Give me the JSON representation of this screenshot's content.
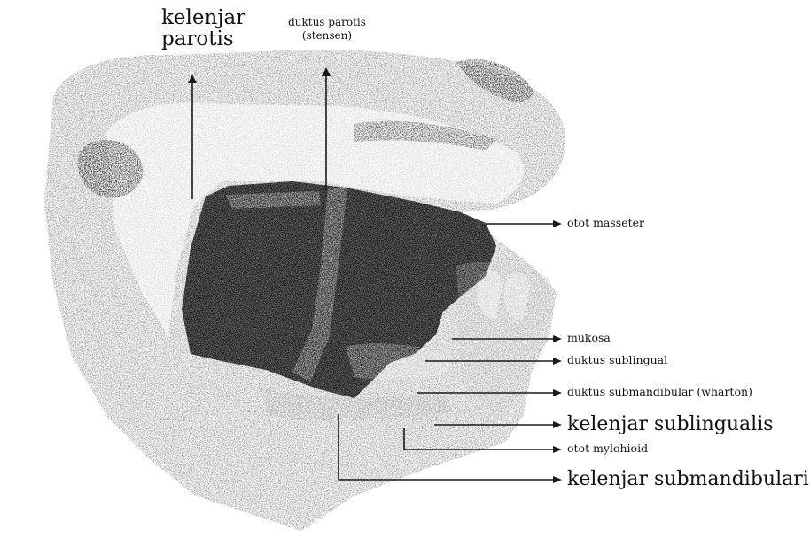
{
  "labels": {
    "parotid_gland": [
      "kelenjar",
      "parotis"
    ],
    "parotid_duct": [
      "duktus parotis",
      "(stensen)"
    ],
    "masseter": "otot masseter",
    "mucosa": "mukosa",
    "sublingual_duct": "duktus sublingual",
    "submandibular_duct": "duktus submandibular (wharton)",
    "sublingual_gland": "kelenjar sublingualis",
    "mylohyoid": "otot mylohioid",
    "submandibular_gland": "kelenjar submandibularis"
  },
  "colors": {
    "ink": "#111111",
    "tissue_light": "#cfcfcf",
    "tissue_mid": "#9a9a9a",
    "cavity": "#080808",
    "line": "#1a1a1a"
  }
}
